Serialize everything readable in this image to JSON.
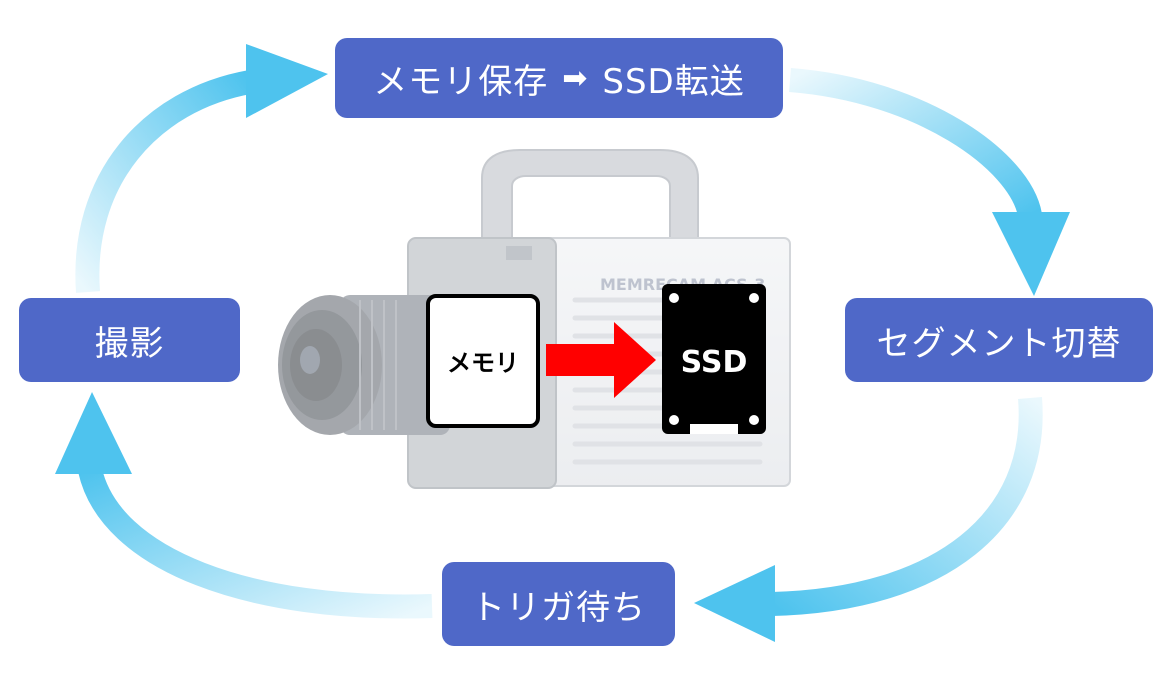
{
  "cycle": {
    "step_save": "メモリ保存",
    "step_save_arrow": "➡",
    "step_transfer": "SSD転送",
    "step_segment": "セグメント切替",
    "step_trigger": "トリガ待ち",
    "step_record": "撮影"
  },
  "camera": {
    "brand_text": "MEMRECAM ACS-3",
    "memory_label": "メモリ",
    "ssd_label": "SSD"
  },
  "colors": {
    "node_fill": "#4f68c8",
    "cycle_arrow": "#4ec3ee",
    "transfer_arrow": "#ff0000",
    "ssd_fill": "#000000"
  }
}
